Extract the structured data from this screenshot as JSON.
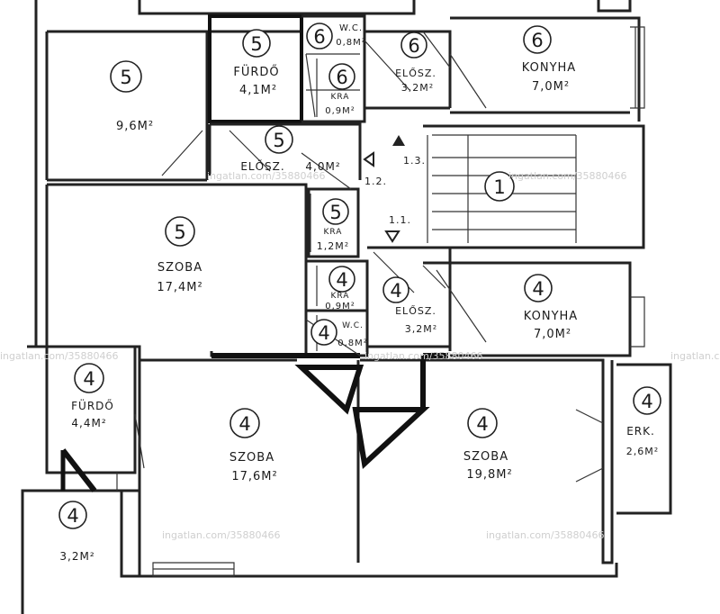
{
  "rooms": {
    "r6_wc": {
      "unit": "6",
      "name": "W.C.",
      "area": "0,8M²"
    },
    "r6_kamra": {
      "unit": "6",
      "name": "KRA",
      "area": "0,9M²"
    },
    "r6_furdo": {
      "unit": "5",
      "name": "FÜRDŐ",
      "area": "4,1M²"
    },
    "r6_eloszoba": {
      "unit": "6",
      "name": "ELŐSZ.",
      "area": "3,2M²"
    },
    "r6_konyha": {
      "unit": "6",
      "name": "KONYHA",
      "area": "7,0M²"
    },
    "r5_room": {
      "unit": "5",
      "area": "9,6M²"
    },
    "r5_eloszoba": {
      "unit": "5",
      "name": "ELŐSZ.",
      "area": "4,0M²"
    },
    "r5_kamra": {
      "unit": "5",
      "name": "KRA",
      "area": "1,2M²"
    },
    "r5_szoba": {
      "unit": "5",
      "name": "SZOBA",
      "area": "17,4M²"
    },
    "r4_kamra": {
      "unit": "4",
      "name": "KRA",
      "area": "0,9M²"
    },
    "r4_wc": {
      "unit": "4",
      "name": "W.C.",
      "area": "0,8M²"
    },
    "r4_eloszoba": {
      "unit": "4",
      "name": "ELŐSZ.",
      "area": "3,2M²"
    },
    "r4_konyha": {
      "unit": "4",
      "name": "KONYHA",
      "area": "7,0M²"
    },
    "r4_furdo": {
      "unit": "4",
      "name": "FÜRDŐ",
      "area": "4,4M²"
    },
    "r4_szoba1": {
      "unit": "4",
      "name": "SZOBA",
      "area": "17,6M²"
    },
    "r4_szoba2": {
      "unit": "4",
      "name": "SZOBA",
      "area": "19,8M²"
    },
    "r4_erkely": {
      "unit": "4",
      "name": "ERK.",
      "area": "2,6M²"
    },
    "r4_small": {
      "unit": "4",
      "area": "3,2M²"
    }
  },
  "stair": {
    "unit": "1",
    "level_13": "1.3.",
    "level_12": "1.2.",
    "level_11": "1.1."
  },
  "watermark": "ingatlan.com/35880466"
}
